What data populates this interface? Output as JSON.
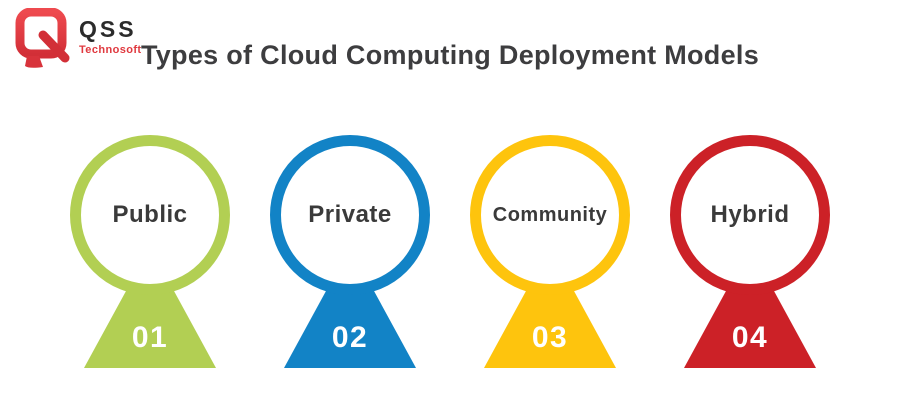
{
  "header": {
    "logo": {
      "name": "QSS",
      "subtitle": "Technosoft",
      "brand_color": "#e0393f"
    },
    "title": "Types of Cloud Computing Deployment Models"
  },
  "pins": [
    {
      "label": "Public",
      "number": "01",
      "color": "#b2cf53"
    },
    {
      "label": "Private",
      "number": "02",
      "color": "#1283c6"
    },
    {
      "label": "Community",
      "number": "03",
      "color": "#fec40d"
    },
    {
      "label": "Hybrid",
      "number": "04",
      "color": "#cc2127"
    }
  ],
  "palette": {
    "title_color": "#3d3d3f",
    "label_color": "#3a3a3a",
    "number_color": "#ffffff",
    "background": "#ffffff"
  }
}
